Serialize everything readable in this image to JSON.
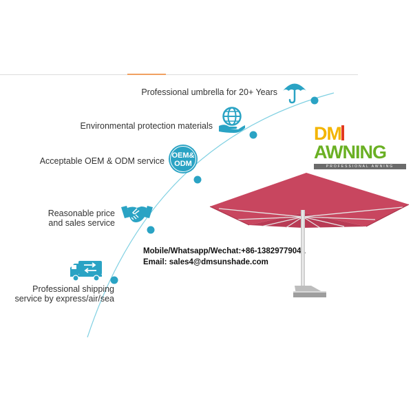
{
  "features": [
    {
      "label": "Professional umbrella for 20+ Years",
      "icon": "umbrella-icon"
    },
    {
      "label": "Environmental protection materials",
      "icon": "globe-hand-icon"
    },
    {
      "label": "Acceptable OEM & ODM service",
      "icon": "oem-odm-badge-icon",
      "badge_line1": "OEM&",
      "badge_line2": "ODM"
    },
    {
      "label_line1": "Reasonable price",
      "label_line2": "and sales service",
      "icon": "handshake-icon"
    },
    {
      "label_line1": "Professional shipping",
      "label_line2": "service by express/air/sea",
      "icon": "delivery-truck-icon"
    }
  ],
  "contact": {
    "phone": "Mobile/Whatsapp/Wechat:+86-13829779041",
    "email": "Email: sales4@dmsunshade.com"
  },
  "logo": {
    "part1": "DM",
    "part2": "AWNING",
    "tagline": "PROFESSIONAL AWNING"
  },
  "colors": {
    "accent_teal": "#2aa3c4",
    "curve": "#7fd0e2",
    "canopy": "#c8465f",
    "logo_yellow": "#f3b400",
    "logo_red": "#e23a20",
    "logo_green": "#6ab023"
  }
}
